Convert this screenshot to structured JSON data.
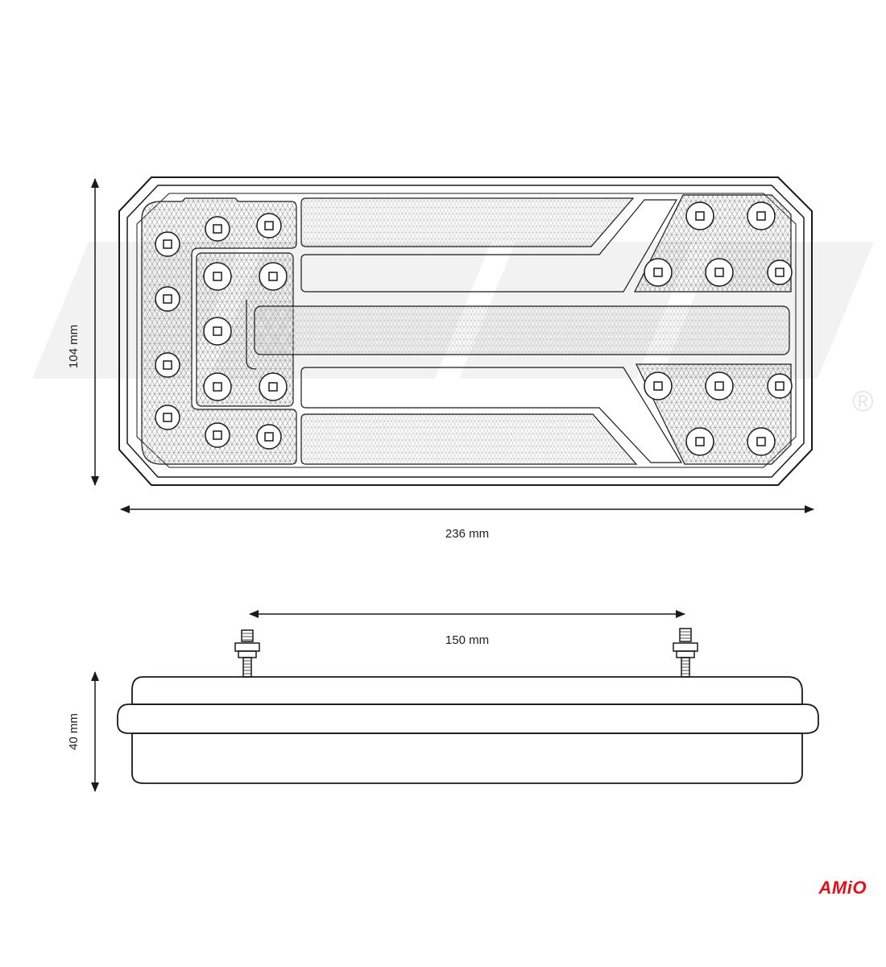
{
  "dimensions": {
    "height_front": "104 mm",
    "width_front": "236 mm",
    "mount_spacing": "150 mm",
    "depth_side": "40 mm"
  },
  "brand": {
    "logo": "AMiO",
    "registered_mark": "®"
  },
  "colors": {
    "line": "#1a1a1a",
    "brand_red": "#e1101a",
    "watermark": "#f2f2f2"
  }
}
